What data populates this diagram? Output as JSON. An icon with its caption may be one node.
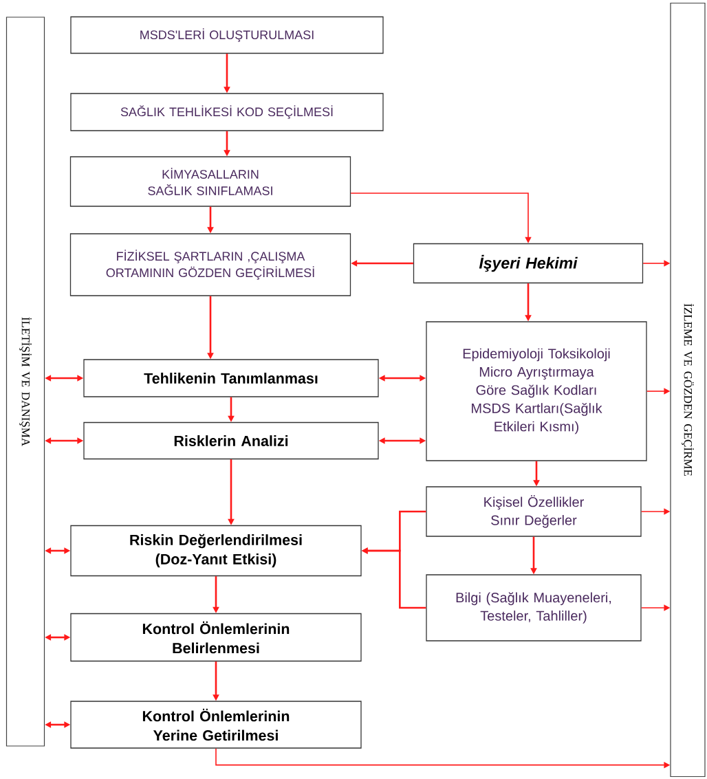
{
  "diagram": {
    "nodes": [
      {
        "text": [
          "İLETİŞİM VE DANIŞMA"
        ]
      },
      {
        "text": [
          "İZLEME VE GÖZDEN GEÇİRME"
        ]
      },
      {
        "text": [
          "MSDS'LERİ OLUŞTURULMASI"
        ]
      },
      {
        "text": [
          "SAĞLIK TEHLİKESİ KOD SEÇİLMESİ"
        ]
      },
      {
        "text": [
          "KİMYASALLARIN SAĞLIK SINIFLAMASI"
        ]
      },
      {
        "text": [
          "FİZİKSEL ŞARTLARIN ,ÇALIŞMA ORTAMININ GÖZDEN GEÇİRİLMESİ"
        ]
      },
      {
        "text": [
          "İşyeri Hekimi"
        ]
      },
      {
        "text": [
          "Tehlikenin Tanımlanması"
        ]
      },
      {
        "text": [
          "Epidemiyoloji Toksikoloji Micro Ayrıştırmaya Göre Sağlık Kodları MSDS Kartları(Sağlık Etkileri Kısmı)"
        ]
      },
      {
        "text": [
          "Risklerin Analizi"
        ]
      },
      {
        "text": [
          "Kişisel Özellikler Sınır Değerler"
        ]
      },
      {
        "text": [
          "Riskin Değerlendirilmesi (Doz-Yanıt Etkisi)"
        ]
      },
      {
        "text": [
          "Bilgi (Sağlık Muayeneleri, Testeler, Tahliller)"
        ]
      },
      {
        "text": [
          "Kontrol Önlemlerinin Belirlenmesi"
        ]
      },
      {
        "text": [
          "Kontrol Önlemlerinin Yerine Getirilmesi"
        ]
      }
    ],
    "edges": [
      {
        "from": 2,
        "to": 3,
        "arrow": "to"
      },
      {
        "from": 3,
        "to": 4,
        "arrow": "to"
      },
      {
        "from": 4,
        "to": 5,
        "arrow": "to"
      },
      {
        "from": 4,
        "to": 6,
        "arrow": "to"
      },
      {
        "from": 6,
        "to": 5,
        "arrow": "to"
      },
      {
        "from": 6,
        "to": 1,
        "arrow": "to"
      },
      {
        "from": 5,
        "to": 7,
        "arrow": "to"
      },
      {
        "from": 6,
        "to": 8,
        "arrow": "to"
      },
      {
        "from": 0,
        "to": 7,
        "arrow": "both"
      },
      {
        "from": 7,
        "to": 8,
        "arrow": "both"
      },
      {
        "from": 8,
        "to": 1,
        "arrow": "to"
      },
      {
        "from": 7,
        "to": 9,
        "arrow": "to"
      },
      {
        "from": 0,
        "to": 9,
        "arrow": "both"
      },
      {
        "from": 9,
        "to": 8,
        "arrow": "both"
      },
      {
        "from": 9,
        "to": 11,
        "arrow": "to"
      },
      {
        "from": 8,
        "to": 10,
        "arrow": "to"
      },
      {
        "from": 10,
        "to": 11,
        "arrow": "to"
      },
      {
        "from": 10,
        "to": 1,
        "arrow": "to"
      },
      {
        "from": 0,
        "to": 11,
        "arrow": "both"
      },
      {
        "from": 10,
        "to": 12,
        "arrow": "to"
      },
      {
        "from": 12,
        "to": 11,
        "arrow": "to"
      },
      {
        "from": 12,
        "to": 1,
        "arrow": "to"
      },
      {
        "from": 11,
        "to": 13,
        "arrow": "to"
      },
      {
        "from": 0,
        "to": 13,
        "arrow": "both"
      },
      {
        "from": 13,
        "to": 14,
        "arrow": "to"
      },
      {
        "from": 0,
        "to": 14,
        "arrow": "both"
      },
      {
        "from": 14,
        "to": 1,
        "arrow": "to"
      }
    ]
  }
}
